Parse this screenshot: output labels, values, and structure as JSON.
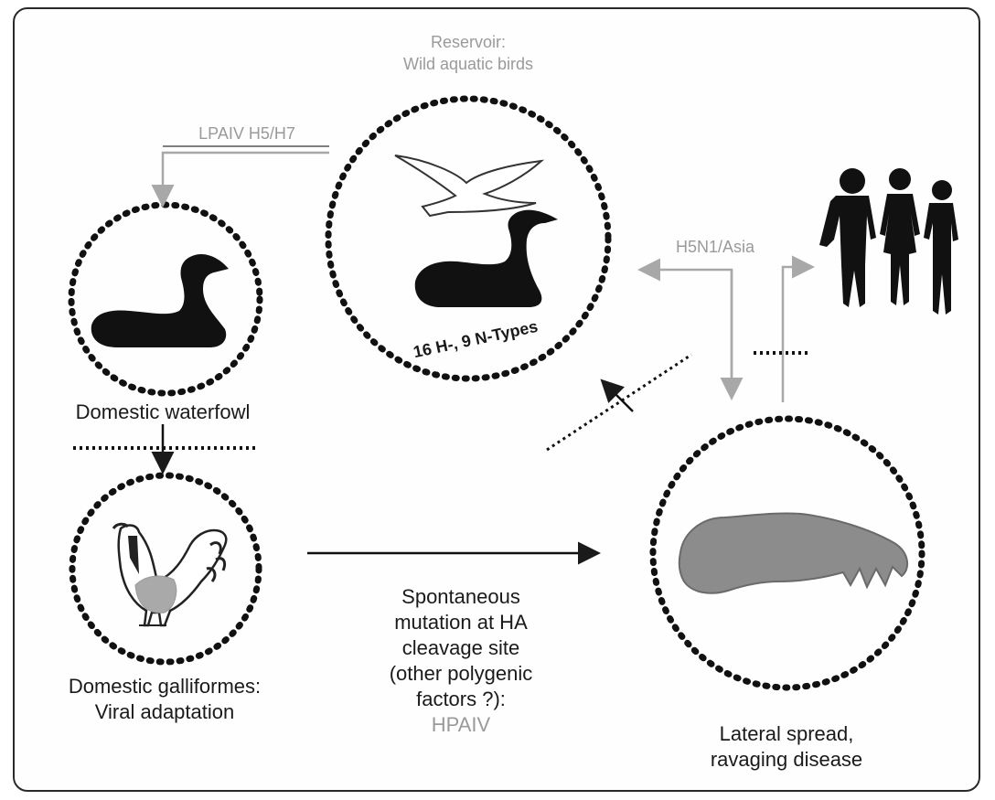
{
  "reservoir": {
    "title": "Reservoir:",
    "subtitle": "Wild aquatic birds",
    "types_label": "16 H-, 9 N-Types"
  },
  "lpaiv_label": "LPAIV H5/H7",
  "h5n1_label": "H5N1/Asia",
  "domestic_waterfowl": "Domestic waterfowl",
  "galliformes": {
    "line1": "Domestic galliformes:",
    "line2": "Viral adaptation"
  },
  "mutation": {
    "line1": "Spontaneous",
    "line2": "mutation at HA",
    "line3": "cleavage site",
    "line4": "(other polygenic",
    "line5": "factors ?):",
    "line6": "HPAIV"
  },
  "lateral": {
    "line1": "Lateral spread,",
    "line2": "ravaging disease"
  },
  "colors": {
    "text": "#1a1a1a",
    "gray_text": "#9a9a9a",
    "arrow_gray": "#a8a8a8",
    "silhouette": "#111111",
    "hen_patch": "#a9a9a9",
    "organ": "#8c8c8c"
  },
  "icons": [
    "gull-icon",
    "goose-icon",
    "duck-icon",
    "rooster-icon",
    "humans-icon",
    "lung-tissue-icon"
  ]
}
